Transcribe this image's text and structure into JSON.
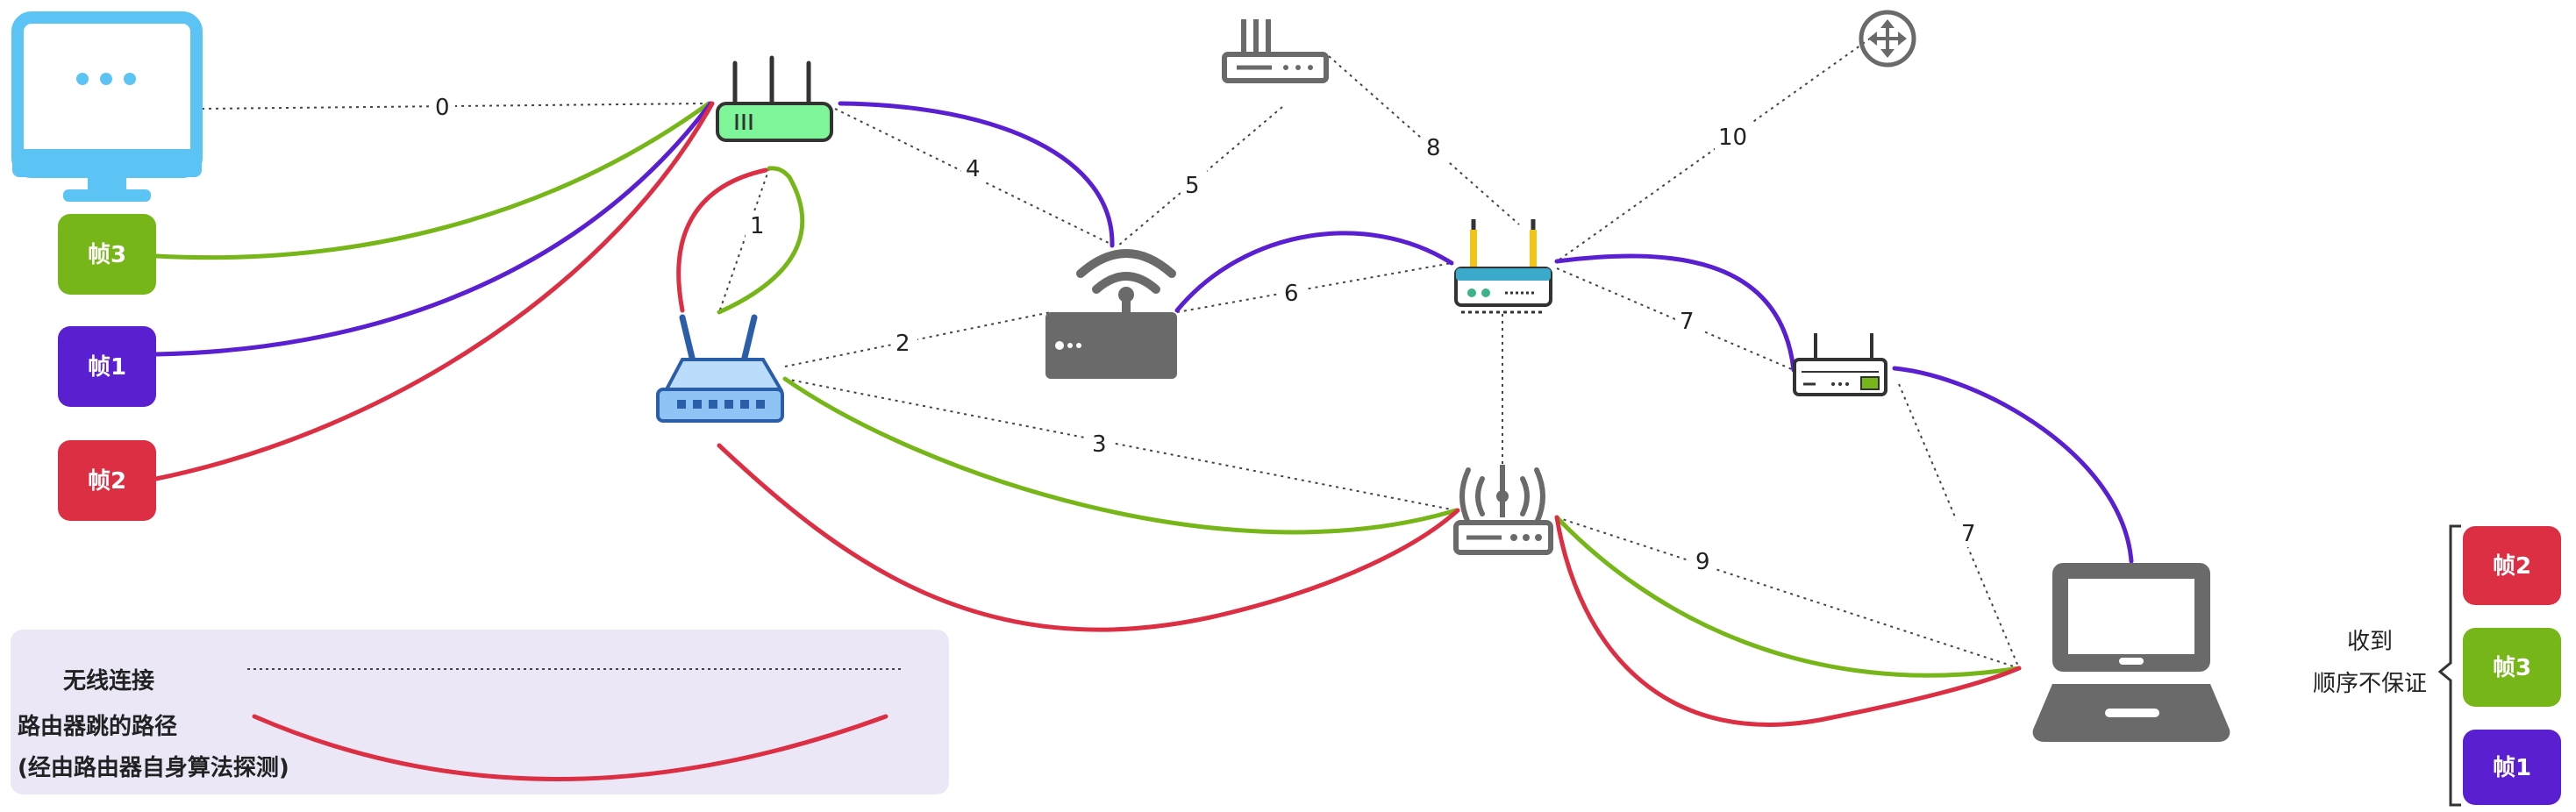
{
  "colors": {
    "red": "#dc2f44",
    "green": "#76b618",
    "purple": "#5a1fd1",
    "dotted": "#444444",
    "legend_bg": "#ebe7f7",
    "monitor": "#5cc4f4",
    "device_gray": "#6a6a6a"
  },
  "edge_labels": [
    "0",
    "1",
    "2",
    "3",
    "4",
    "5",
    "6",
    "7",
    "8",
    "9",
    "10",
    "7"
  ],
  "frames_left": [
    {
      "label": "帧3",
      "color": "#76b618"
    },
    {
      "label": "帧1",
      "color": "#5a1fd1"
    },
    {
      "label": "帧2",
      "color": "#dc2f44"
    }
  ],
  "frames_right": [
    {
      "label": "帧2",
      "color": "#dc2f44"
    },
    {
      "label": "帧3",
      "color": "#76b618"
    },
    {
      "label": "帧1",
      "color": "#5a1fd1"
    }
  ],
  "receive_note": {
    "line1": "收到",
    "line2": "顺序不保证"
  },
  "legend": {
    "wireless": "无线连接",
    "path_line1": "路由器跳的路径",
    "path_line2": "(经由路由器自身算法探测)"
  },
  "devices": [
    {
      "name": "monitor",
      "icon": "monitor-icon"
    },
    {
      "name": "router-green",
      "icon": "router-icon"
    },
    {
      "name": "router-blue",
      "icon": "wifi-router-icon"
    },
    {
      "name": "modem-top",
      "icon": "modem-icon"
    },
    {
      "name": "wifi-box",
      "icon": "wifi-icon"
    },
    {
      "name": "router-center",
      "icon": "router-icon"
    },
    {
      "name": "router-cross",
      "icon": "router-symbol-icon"
    },
    {
      "name": "access-point",
      "icon": "antenna-icon"
    },
    {
      "name": "router-small",
      "icon": "router-icon"
    },
    {
      "name": "laptop",
      "icon": "laptop-icon"
    }
  ]
}
